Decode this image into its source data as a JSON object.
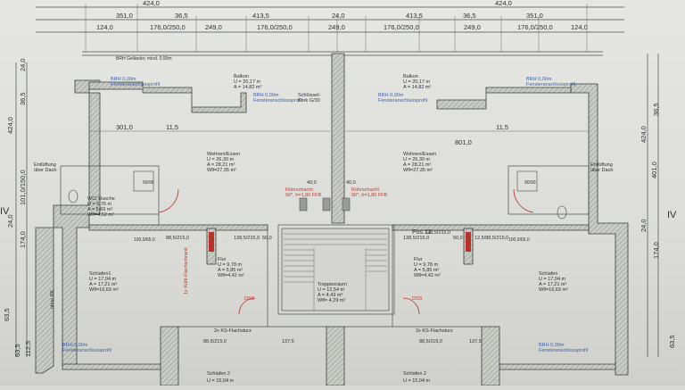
{
  "dimensions": {
    "top_row1": [
      "424,0",
      "424,0"
    ],
    "top_row2": [
      "351,0",
      "36,5",
      "413,5",
      "24,0",
      "413,5",
      "36,5",
      "351,0"
    ],
    "top_row3": [
      "124,0",
      "176,0/250,0",
      "249,0",
      "176,0/250,0",
      "249,0",
      "176,0/250,0",
      "249,0",
      "176,0/250,0",
      "124,0"
    ],
    "left_vertical": [
      "424,0",
      "36,5",
      "24,0",
      "101,0/150,0",
      "174,0",
      "24,0",
      "63,5",
      "63,5",
      "112,5"
    ],
    "right_vertical": [
      "36,5",
      "424,0",
      "401,0",
      "174,0",
      "24,0",
      "63,5"
    ],
    "room_widths": [
      "301,0",
      "11,5",
      "801,0",
      "11,5"
    ],
    "door_marks": [
      "88,5/215,0",
      "138,5/215,0",
      "50,0",
      "138,5/215,0",
      "50,0",
      "138,5/215,0",
      "12,5/88,5/215,0",
      "88,5/215,0",
      "88,5/215,0",
      "137,5",
      "137,5"
    ],
    "small_marks": [
      "40,0",
      "40,0",
      "90/90",
      "90/90",
      "100,0/65,0",
      "100,0/65,0"
    ]
  },
  "rooms": {
    "balkon_left": [
      "Balkon",
      "U = 20,17 m",
      "A = 14,82 m²"
    ],
    "balkon_right": [
      "Balkon",
      "U = 20,17 m",
      "A = 14,82 m²"
    ],
    "wohnen_left": [
      "Wohnen/Essen",
      "U = 26,30 m",
      "A = 28,21 m²",
      "Wfl=27,35 m²"
    ],
    "wohnen_right": [
      "Wohnen/Essen",
      "U = 26,30 m",
      "A = 28,21 m²",
      "Wfl=27,35 m²"
    ],
    "wc_left": [
      "WC/ Dusche",
      "U = 6,76 m",
      "A = 5,69 m²",
      "Wfl=4,52 m²"
    ],
    "flur_left": [
      "Flur",
      "U = 9,78 m",
      "A = 5,85 m²",
      "Wfl=4,42 m²"
    ],
    "flur_right": [
      "Flur",
      "U = 9,78 m",
      "A = 5,85 m²",
      "Wfl=4,42 m²"
    ],
    "treppen": [
      "Treppenraum",
      "U = 12,54 m",
      "A = 4,43 m²",
      "Wfl= 4,29 m²"
    ],
    "schlafen_left": [
      "Schlafen1",
      "U = 17,04 m",
      "A = 17,21 m²",
      "Wfl=16,69 m²"
    ],
    "schlafen_right": [
      "Schlafen",
      "U = 17,04 m",
      "A = 17,21 m²",
      "Wfl=16,69 m²"
    ],
    "schlafen2_left": [
      "Schlafen 2",
      "U = 15,04 m"
    ],
    "schlafen2_right": [
      "Schlafen 2",
      "U = 15,04 m"
    ],
    "pos": "Pos.12"
  },
  "notes": {
    "brh_top_left": [
      "BRH 0,00m",
      "Fensteranschlussprofil"
    ],
    "brh_top_right": [
      "BRH 0,00m",
      "Fensteranschlussprofil"
    ],
    "brh_mid_left": [
      "BRH 0,00m",
      "Fensteranschlussprofil"
    ],
    "brh_mid_right": [
      "BRH 0,00m",
      "Fensteranschlussprofil"
    ],
    "brh_bottom_left": [
      "BRH 0,00m",
      "Fensteranschlussprofil"
    ],
    "brh_bottom_right": [
      "BRH 0,00m",
      "Fensteranschlussprofil"
    ],
    "schluessel": [
      "Schlüssel-",
      "Kork G/30"
    ],
    "rohrschacht_left": [
      "Rohrschacht",
      "90*, h=1,80 FFB"
    ],
    "rohrschacht_right": [
      "Rohrschacht",
      "90*, h=1,80 FFB"
    ],
    "gelaender_top": "BRH Geländer, mind. 0,90m",
    "entl_left": [
      "Entlüftung",
      "über Dach"
    ],
    "entl_right": [
      "Entlüftung",
      "über Dach"
    ],
    "dss": "DSS",
    "dss2": "DSS",
    "ohne_rk": "ohne RK",
    "kisten": "1x Kühl-Flachschrank",
    "flachsturz": "2x KS-Flachsturz",
    "flachsturz2": "2x KS-Flachsturz",
    "axis_left": "IV",
    "axis_right": "IV"
  }
}
